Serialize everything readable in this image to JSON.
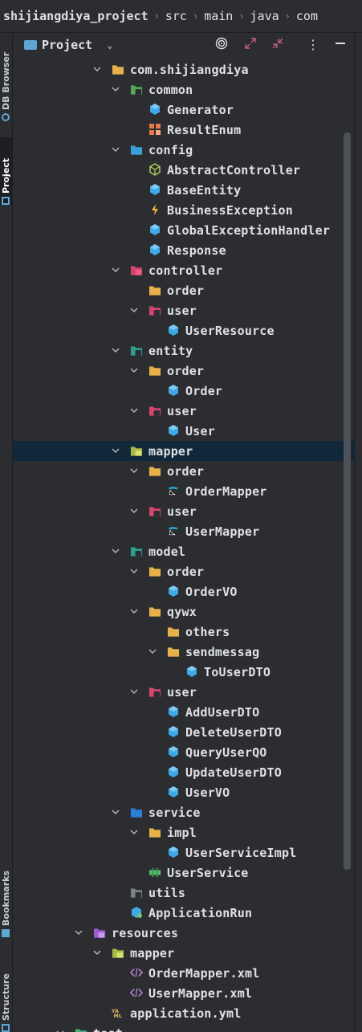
{
  "breadcrumb": [
    "shijiangdiya_project",
    "src",
    "main",
    "java",
    "com"
  ],
  "left_tabs": {
    "db_browser": "DB Browser",
    "project": "Project",
    "bookmarks": "Bookmarks",
    "structure": "Structure"
  },
  "toolbar": {
    "title": "Project"
  },
  "tree": [
    {
      "label": "com.shijiangdiya",
      "depth": 0,
      "chevron": "open",
      "icon": "folder"
    },
    {
      "label": "common",
      "depth": 1,
      "chevron": "open",
      "icon": "folder-green"
    },
    {
      "label": "Generator",
      "depth": 2,
      "chevron": "none",
      "icon": "java-class"
    },
    {
      "label": "ResultEnum",
      "depth": 2,
      "chevron": "none",
      "icon": "enum"
    },
    {
      "label": "config",
      "depth": 1,
      "chevron": "open",
      "icon": "folder-config"
    },
    {
      "label": "AbstractController",
      "depth": 2,
      "chevron": "none",
      "icon": "abstract-class"
    },
    {
      "label": "BaseEntity",
      "depth": 2,
      "chevron": "none",
      "icon": "java-class"
    },
    {
      "label": "BusinessException",
      "depth": 2,
      "chevron": "none",
      "icon": "exception"
    },
    {
      "label": "GlobalExceptionHandler",
      "depth": 2,
      "chevron": "none",
      "icon": "java-class"
    },
    {
      "label": "Response",
      "depth": 2,
      "chevron": "none",
      "icon": "java-class"
    },
    {
      "label": "controller",
      "depth": 1,
      "chevron": "open",
      "icon": "folder-controller"
    },
    {
      "label": "order",
      "depth": 2,
      "chevron": "none",
      "icon": "folder"
    },
    {
      "label": "user",
      "depth": 2,
      "chevron": "open",
      "icon": "folder-user"
    },
    {
      "label": "UserResource",
      "depth": 3,
      "chevron": "none",
      "icon": "java-class"
    },
    {
      "label": "entity",
      "depth": 1,
      "chevron": "open",
      "icon": "folder-entity"
    },
    {
      "label": "order",
      "depth": 2,
      "chevron": "open",
      "icon": "folder"
    },
    {
      "label": "Order",
      "depth": 3,
      "chevron": "none",
      "icon": "java-class"
    },
    {
      "label": "user",
      "depth": 2,
      "chevron": "open",
      "icon": "folder-user"
    },
    {
      "label": "User",
      "depth": 3,
      "chevron": "none",
      "icon": "java-class"
    },
    {
      "label": "mapper",
      "depth": 1,
      "chevron": "open",
      "icon": "folder-mapper",
      "selected": true
    },
    {
      "label": "order",
      "depth": 2,
      "chevron": "open",
      "icon": "folder"
    },
    {
      "label": "OrderMapper",
      "depth": 3,
      "chevron": "none",
      "icon": "mybatis"
    },
    {
      "label": "user",
      "depth": 2,
      "chevron": "open",
      "icon": "folder-user"
    },
    {
      "label": "UserMapper",
      "depth": 3,
      "chevron": "none",
      "icon": "mybatis"
    },
    {
      "label": "model",
      "depth": 1,
      "chevron": "open",
      "icon": "folder-entity"
    },
    {
      "label": "order",
      "depth": 2,
      "chevron": "open",
      "icon": "folder"
    },
    {
      "label": "OrderVO",
      "depth": 3,
      "chevron": "none",
      "icon": "java-class"
    },
    {
      "label": "qywx",
      "depth": 2,
      "chevron": "open",
      "icon": "folder"
    },
    {
      "label": "others",
      "depth": 3,
      "chevron": "none",
      "icon": "folder"
    },
    {
      "label": "sendmessag",
      "depth": 3,
      "chevron": "open",
      "icon": "folder"
    },
    {
      "label": "ToUserDTO",
      "depth": 4,
      "chevron": "none",
      "icon": "java-class"
    },
    {
      "label": "user",
      "depth": 2,
      "chevron": "open",
      "icon": "folder-user"
    },
    {
      "label": "AddUserDTO",
      "depth": 3,
      "chevron": "none",
      "icon": "java-class"
    },
    {
      "label": "DeleteUserDTO",
      "depth": 3,
      "chevron": "none",
      "icon": "java-class"
    },
    {
      "label": "QueryUserQO",
      "depth": 3,
      "chevron": "none",
      "icon": "java-class"
    },
    {
      "label": "UpdateUserDTO",
      "depth": 3,
      "chevron": "none",
      "icon": "java-class"
    },
    {
      "label": "UserVO",
      "depth": 3,
      "chevron": "none",
      "icon": "java-class"
    },
    {
      "label": "service",
      "depth": 1,
      "chevron": "open",
      "icon": "folder-service"
    },
    {
      "label": "impl",
      "depth": 2,
      "chevron": "open",
      "icon": "folder"
    },
    {
      "label": "UserServiceImpl",
      "depth": 3,
      "chevron": "none",
      "icon": "java-class"
    },
    {
      "label": "UserService",
      "depth": 2,
      "chevron": "none",
      "icon": "interface"
    },
    {
      "label": "utils",
      "depth": 1,
      "chevron": "none",
      "icon": "folder-utils"
    },
    {
      "label": "ApplicationRun",
      "depth": 1,
      "chevron": "none",
      "icon": "spring-app"
    },
    {
      "label": "resources",
      "depth": -1,
      "chevron": "open",
      "icon": "folder-resources"
    },
    {
      "label": "mapper",
      "depth": 0,
      "chevron": "open",
      "icon": "folder-mapper"
    },
    {
      "label": "OrderMapper.xml",
      "depth": 1,
      "chevron": "none",
      "icon": "xml"
    },
    {
      "label": "UserMapper.xml",
      "depth": 1,
      "chevron": "none",
      "icon": "xml"
    },
    {
      "label": "application.yml",
      "depth": 0,
      "chevron": "none",
      "icon": "yaml"
    },
    {
      "label": "test",
      "depth": -2,
      "chevron": "open",
      "icon": "folder-test"
    }
  ]
}
